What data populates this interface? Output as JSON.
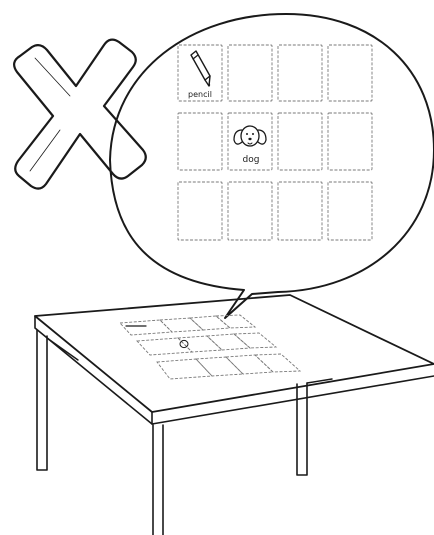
{
  "illustration": {
    "labels": {
      "pencil": "pencil",
      "dog": "dog"
    },
    "grid": {
      "rows": 3,
      "columns": 4
    },
    "cards": [
      {
        "row": 0,
        "col": 0,
        "icon": "pencil-icon",
        "label_key": "pencil"
      },
      {
        "row": 1,
        "col": 1,
        "icon": "dog-icon",
        "label_key": "dog"
      }
    ],
    "cross_mark": "x-icon"
  }
}
